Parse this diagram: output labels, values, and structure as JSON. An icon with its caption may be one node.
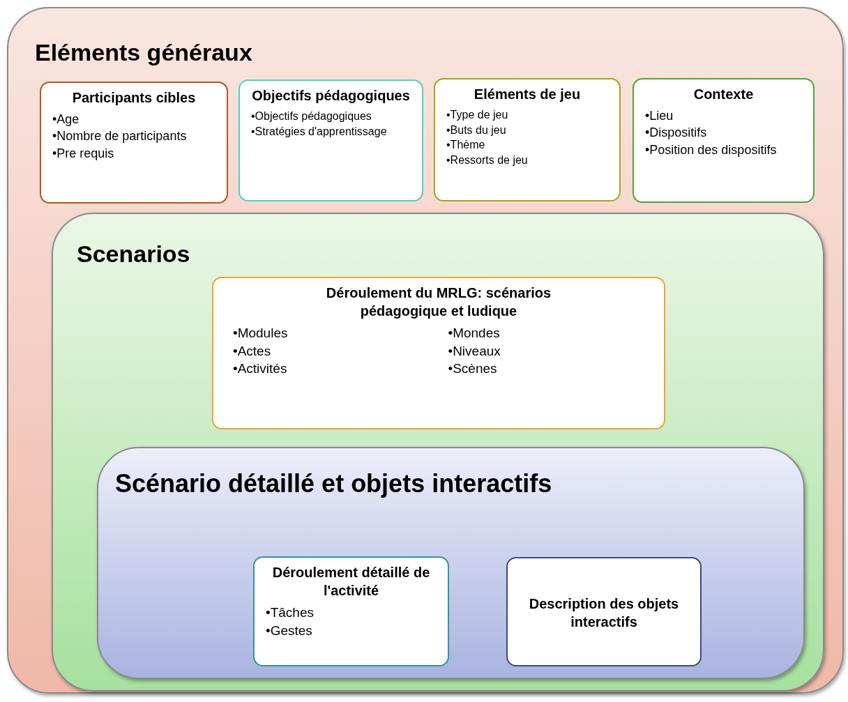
{
  "diagram": {
    "nodes": [
      {
        "text": [
          "Eléments généraux"
        ]
      },
      {
        "text": [
          "Participants cibles",
          "•Age",
          "•Nombre de participants",
          "•Pre requis"
        ],
        "in": 0
      },
      {
        "text": [
          "Objectifs pédagogiques",
          "•Objectifs pédagogiques",
          "•Stratégies d'apprentissage"
        ],
        "in": 0
      },
      {
        "text": [
          "Eléments de jeu",
          "•Type de jeu",
          "•Buts du jeu",
          "•Thème",
          "•Ressorts de jeu"
        ],
        "in": 0
      },
      {
        "text": [
          "Contexte",
          "•Lieu",
          "•Dispositifs",
          "•Position des dispositifs"
        ],
        "in": 0
      },
      {
        "text": [
          "Scenarios"
        ],
        "in": 0
      },
      {
        "text": [
          "Déroulement du MRLG: scénarios pédagogique et ludique",
          "•Modules",
          "•Actes",
          "•Activités",
          "•Mondes",
          "•Niveaux",
          "•Scènes"
        ],
        "in": 5
      },
      {
        "text": [
          "Scénario détaillé et objets interactifs"
        ],
        "in": 5
      },
      {
        "text": [
          "Déroulement détaillé de l'activité",
          "•Tâches",
          "•Gestes"
        ],
        "in": 7
      },
      {
        "text": [
          "Description des objets interactifs"
        ],
        "in": 7
      }
    ]
  }
}
